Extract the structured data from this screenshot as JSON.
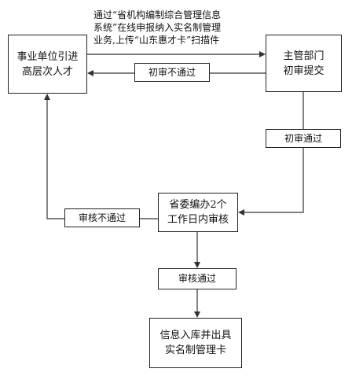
{
  "diagram": {
    "nodes": {
      "applicant": [
        "事业单位引进",
        "高层次人才"
      ],
      "supervisor": [
        "主管部门",
        "初审提交"
      ],
      "committee": [
        "省委编办2个",
        "工作日内审核"
      ],
      "result": [
        "信息入库并出具",
        "实名制管理卡"
      ]
    },
    "edge_labels": {
      "prelim_fail": "初审不通过",
      "prelim_pass": "初审通过",
      "review_fail": "审核不通过",
      "review_pass": "审核通过"
    },
    "submission_text": [
      "通过“省机构编制综合管理信息",
      "系统”在线申报纳入实名制管理",
      "业务,上传“山东惠才卡”扫描件"
    ]
  }
}
